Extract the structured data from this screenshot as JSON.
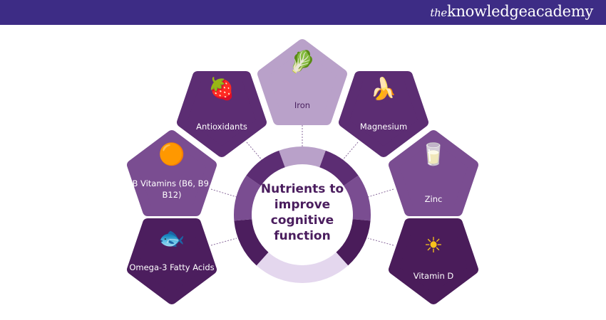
{
  "brand": {
    "prefix": "the",
    "name": "knowledgeacademy"
  },
  "center_title": "Nutrients to improve cognitive function",
  "nutrients": [
    {
      "label": "Iron",
      "icon": "spinach-icon",
      "color": "#b9a1c9"
    },
    {
      "label": "Antioxidants",
      "icon": "berries-icon",
      "color": "#5c2d73"
    },
    {
      "label": "B Vitamins (B6, B9, B12)",
      "icon": "tablets-icon",
      "color": "#7a4d91"
    },
    {
      "label": "Omega-3 Fatty Acids",
      "icon": "fish-icon",
      "color": "#4c1e5e"
    },
    {
      "label": "Magnesium",
      "icon": "banana-icon",
      "color": "#5c2d73"
    },
    {
      "label": "Zinc",
      "icon": "milk-icon",
      "color": "#7a4d91"
    },
    {
      "label": "Vitamin D",
      "icon": "sun-icon",
      "color": "#4a1c5a"
    }
  ]
}
